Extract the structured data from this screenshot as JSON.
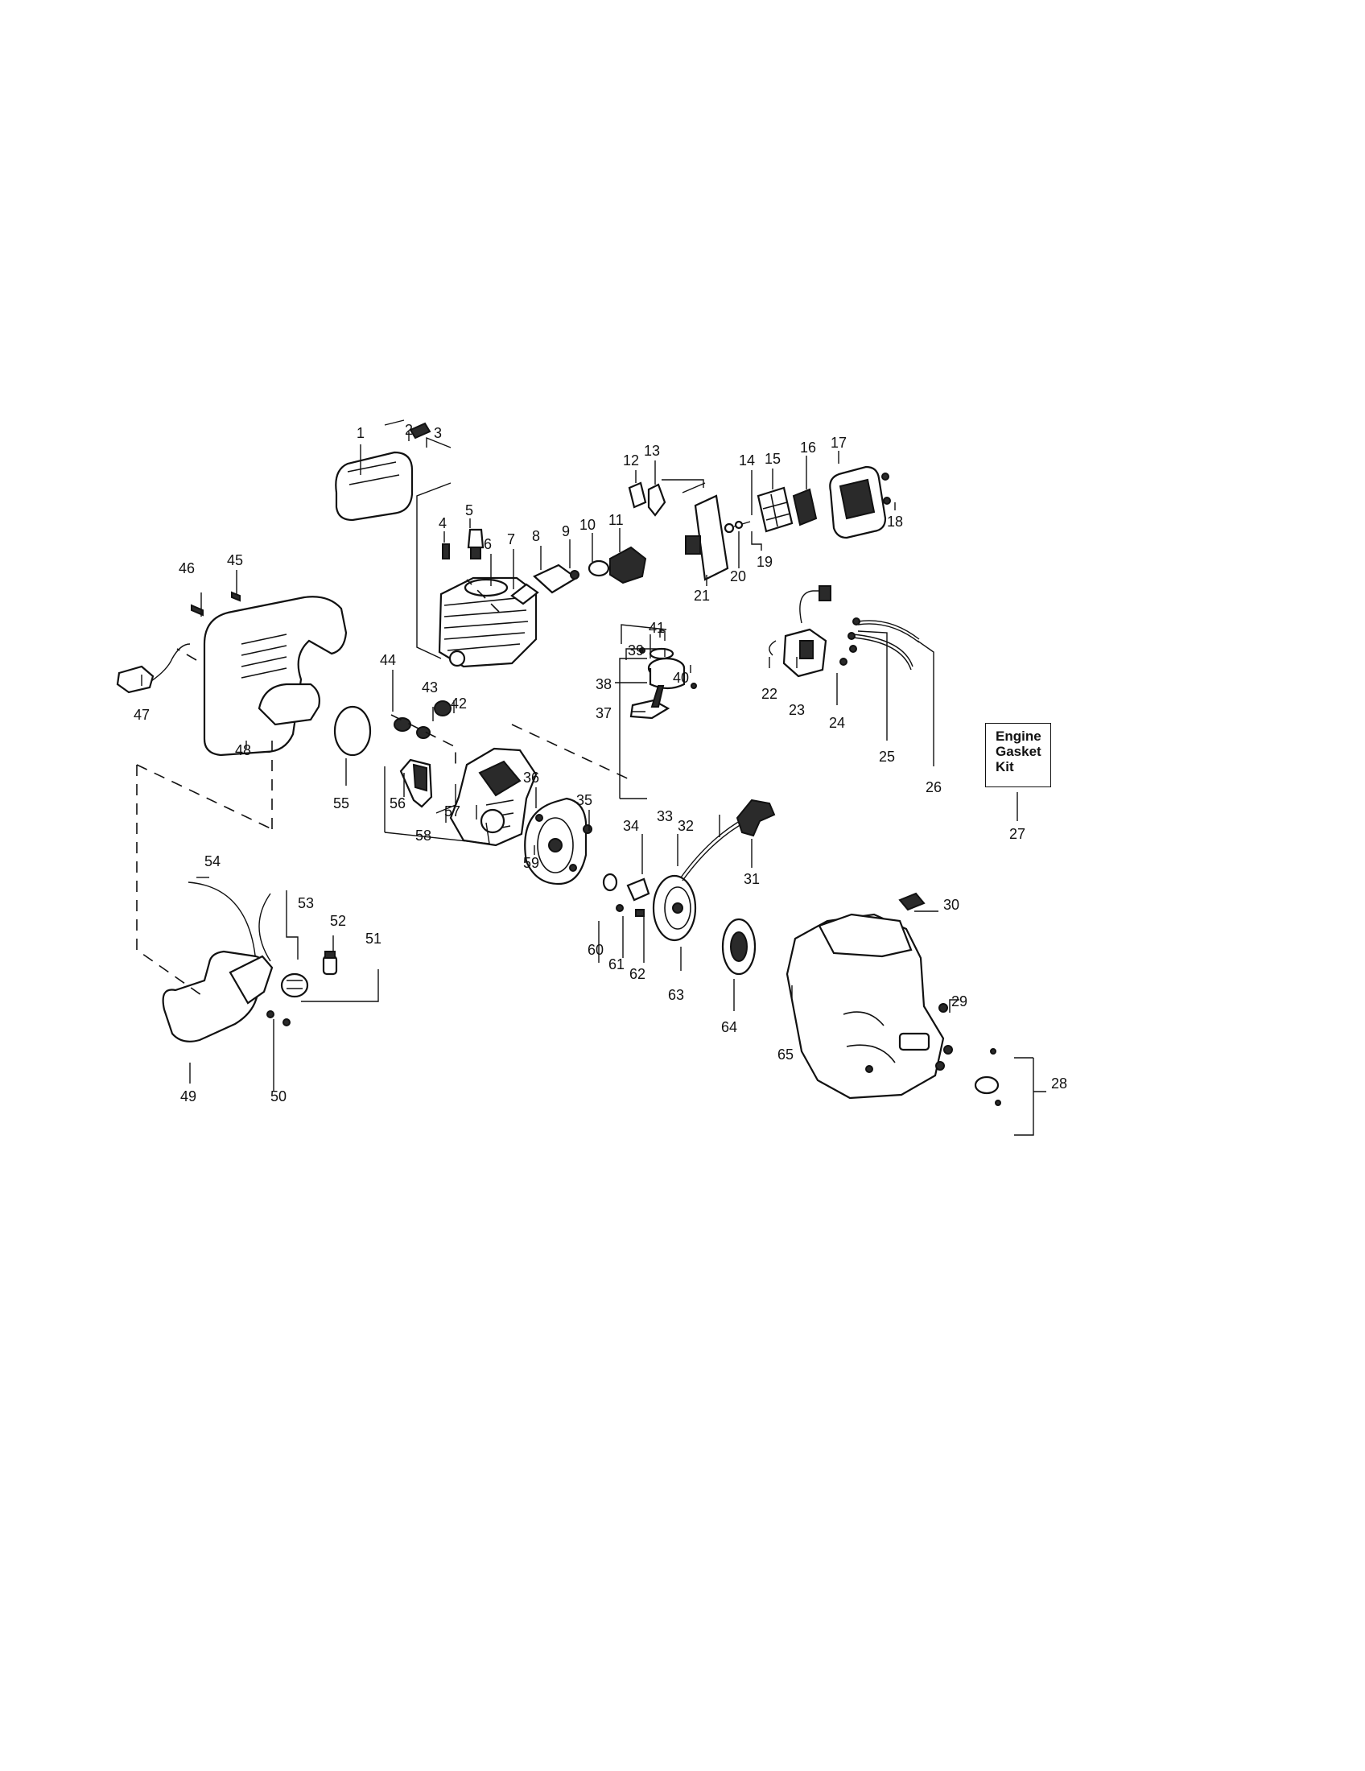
{
  "kit_box": {
    "lines": [
      "Engine",
      "Gasket",
      "Kit"
    ]
  },
  "callouts": [
    "1",
    "2",
    "3",
    "4",
    "5",
    "6",
    "7",
    "8",
    "9",
    "10",
    "11",
    "12",
    "13",
    "14",
    "15",
    "16",
    "17",
    "18",
    "19",
    "20",
    "21",
    "22",
    "23",
    "24",
    "25",
    "26",
    "27",
    "28",
    "29",
    "30",
    "31",
    "32",
    "33",
    "34",
    "35",
    "36",
    "37",
    "38",
    "39",
    "40",
    "41",
    "42",
    "43",
    "44",
    "45",
    "46",
    "47",
    "48",
    "49",
    "50",
    "51",
    "52",
    "53",
    "54",
    "55",
    "56",
    "57",
    "58",
    "59",
    "60",
    "61",
    "62",
    "63",
    "64",
    "65"
  ]
}
